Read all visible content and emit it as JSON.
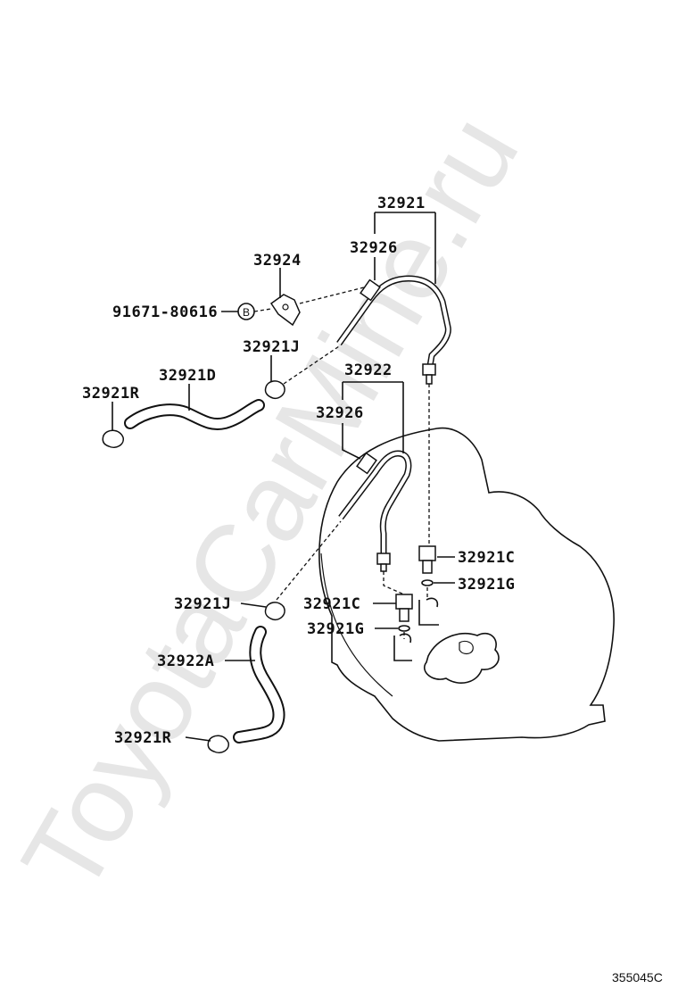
{
  "watermark": "ToyotaCarMine.ru",
  "figure_number": "355045C",
  "callouts": {
    "c32921": "32921",
    "c32926_top": "32926",
    "c32924": "32924",
    "c91671": "91671-80616",
    "c_b": "B",
    "c32921J_top": "32921J",
    "c32921R_top": "32921R",
    "c32921D": "32921D",
    "c32922": "32922",
    "c32926_mid": "32926",
    "c32921C_right": "32921C",
    "c32921G_right": "32921G",
    "c32921J_bottom": "32921J",
    "c32921C_mid": "32921C",
    "c32921G_mid": "32921G",
    "c32922A": "32922A",
    "c32921R_bottom": "32921R"
  }
}
